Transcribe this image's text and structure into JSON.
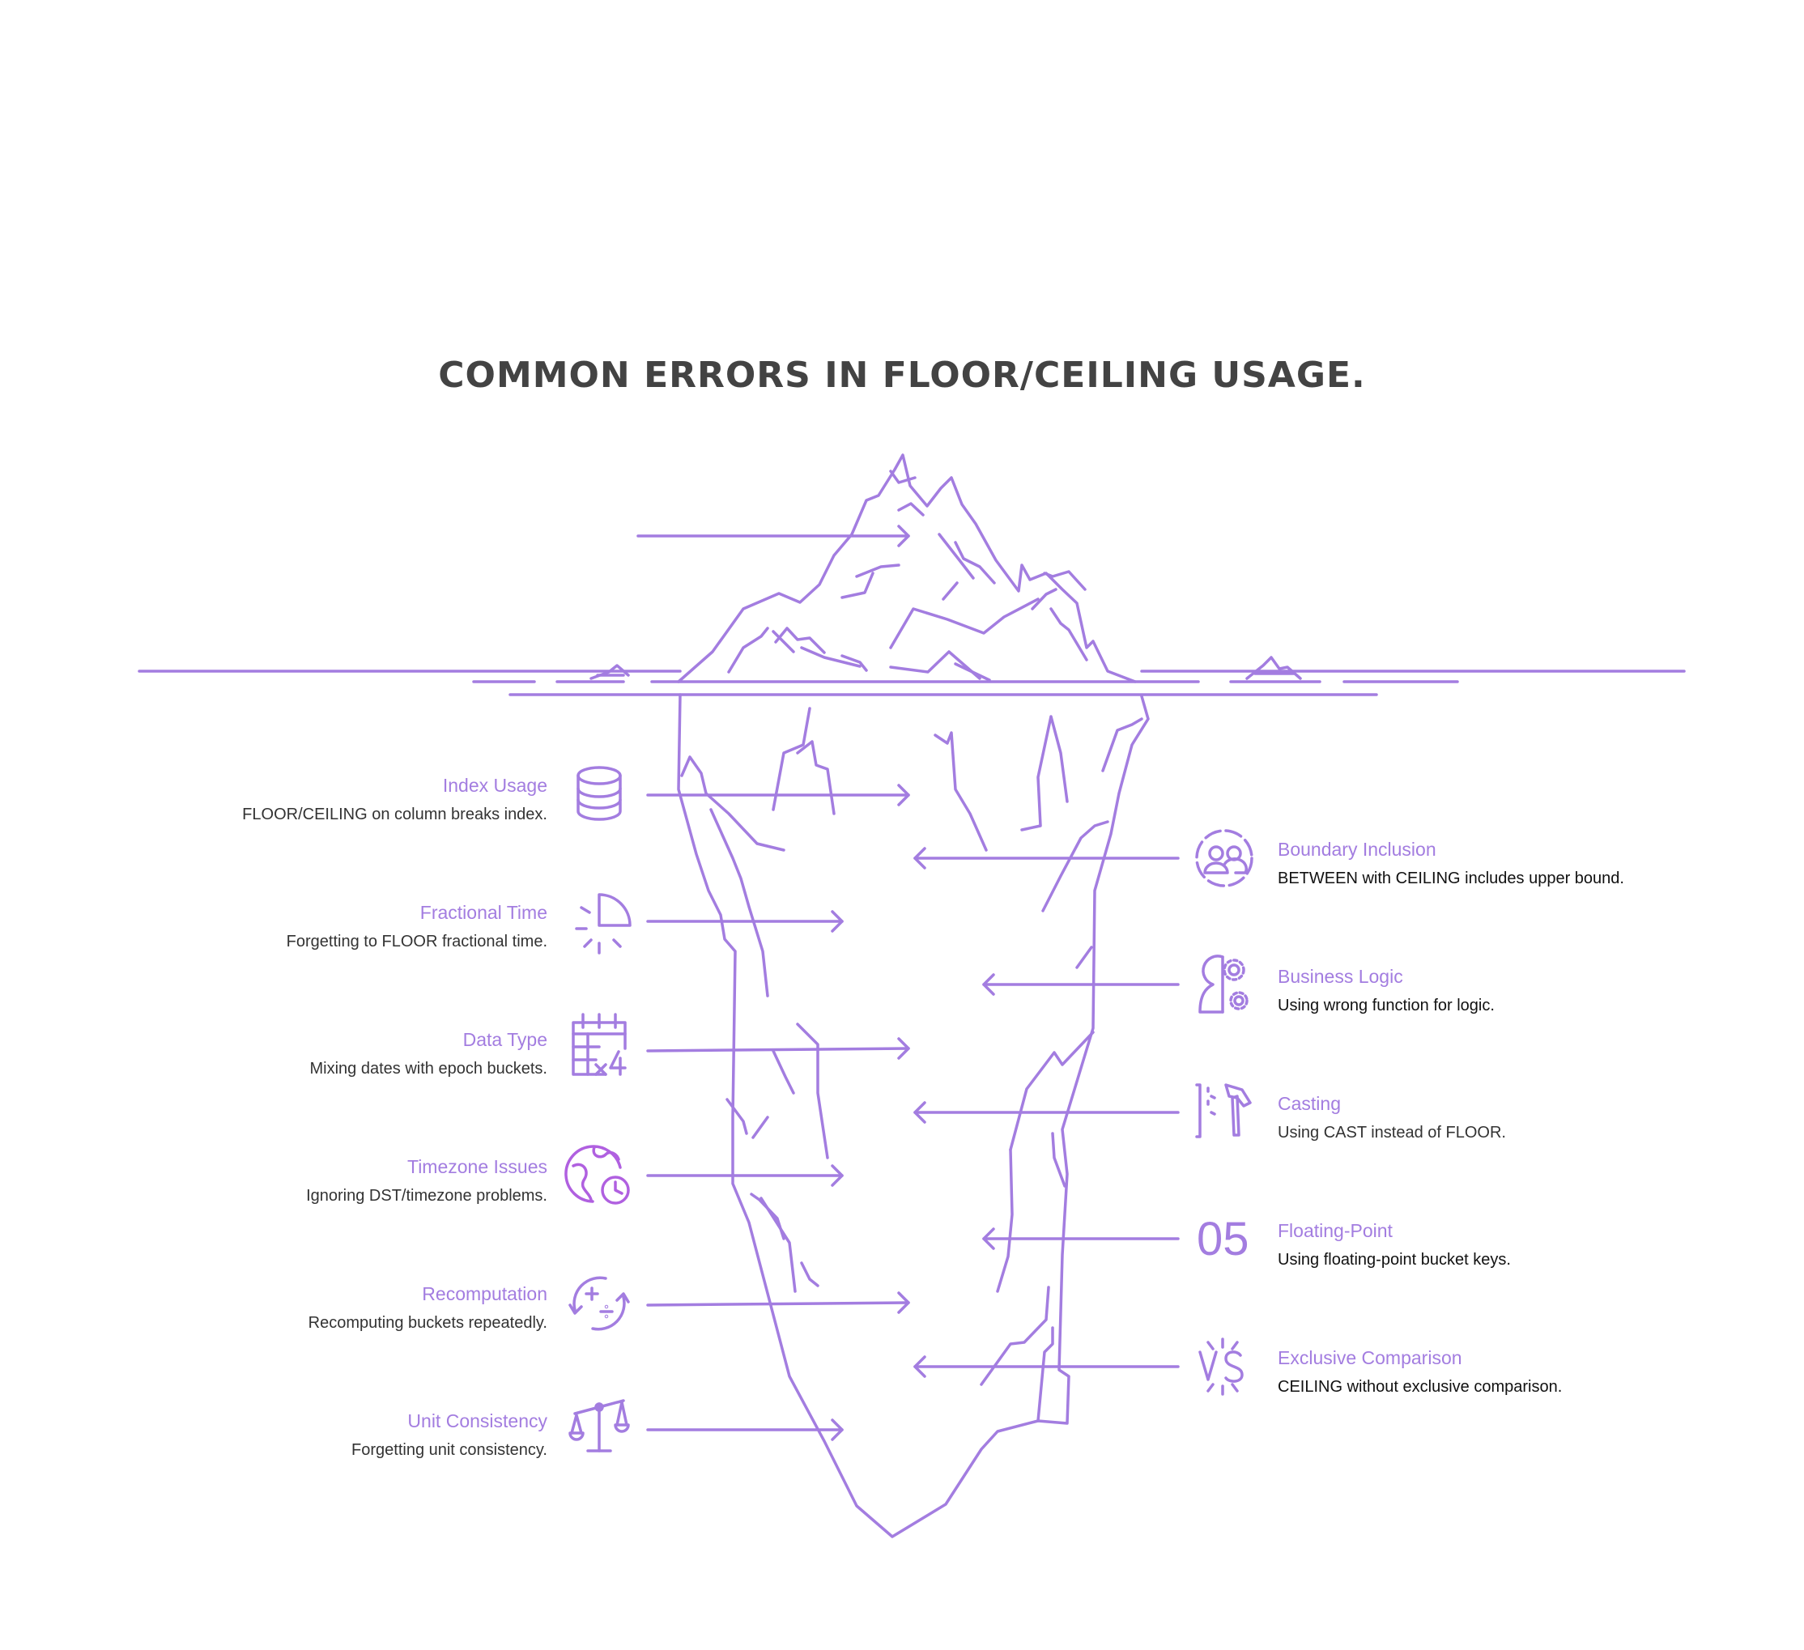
{
  "title": "COMMON ERRORS IN FLOOR/CEILING USAGE.",
  "colors": {
    "accent": "#a37de0",
    "title": "#434343",
    "text": "#333333"
  },
  "left_items": [
    {
      "title": "Index Usage",
      "desc": "FLOOR/CEILING on column breaks index.",
      "icon": "database-icon"
    },
    {
      "title": "Fractional Time",
      "desc": "Forgetting to FLOOR fractional time.",
      "icon": "pie-slice-icon"
    },
    {
      "title": "Data Type",
      "desc": "Mixing dates with epoch buckets.",
      "icon": "calendar-multiply-icon"
    },
    {
      "title": "Timezone Issues",
      "desc": "Ignoring DST/timezone problems.",
      "icon": "globe-clock-icon"
    },
    {
      "title": "Recomputation",
      "desc": "Recomputing buckets repeatedly.",
      "icon": "calculation-cycle-icon"
    },
    {
      "title": "Unit Consistency",
      "desc": "Forgetting unit consistency.",
      "icon": "balance-scale-icon"
    }
  ],
  "right_items": [
    {
      "title": "Boundary Inclusion",
      "desc": "BETWEEN with CEILING includes upper bound.",
      "icon": "group-circle-icon"
    },
    {
      "title": "Business Logic",
      "desc": "Using wrong function for logic.",
      "icon": "head-gears-icon"
    },
    {
      "title": "Casting",
      "desc": "Using CAST instead of FLOOR.",
      "icon": "hammer-icon"
    },
    {
      "title": "Floating-Point",
      "desc": "Using floating-point bucket keys.",
      "icon": "number-icon",
      "icon_text": "05"
    },
    {
      "title": "Exclusive Comparison",
      "desc": "CEILING without exclusive comparison.",
      "icon": "versus-icon"
    }
  ]
}
